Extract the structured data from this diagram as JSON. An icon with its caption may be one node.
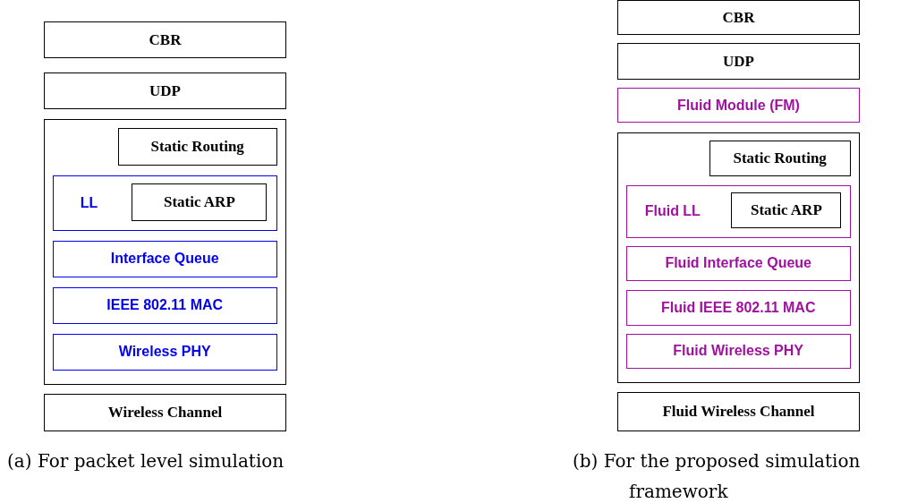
{
  "diagram": {
    "nodes": [
      {
        "text": [
          "CBR"
        ]
      },
      {
        "text": [
          "UDP"
        ]
      },
      {
        "text": [],
        "shape": "box"
      },
      {
        "text": [
          "Static Routing"
        ],
        "in": 2
      },
      {
        "text": [
          "LL"
        ],
        "in": 2
      },
      {
        "text": [
          "Static ARP"
        ],
        "in": 4
      },
      {
        "text": [
          "Interface Queue"
        ],
        "in": 2
      },
      {
        "text": [
          "IEEE 802.11 MAC"
        ],
        "in": 2
      },
      {
        "text": [
          "Wireless PHY"
        ],
        "in": 2
      },
      {
        "text": [
          "Wireless Channel"
        ]
      },
      {
        "text": [
          "CBR"
        ]
      },
      {
        "text": [
          "UDP"
        ]
      },
      {
        "text": [
          "Fluid Module (FM)"
        ]
      },
      {
        "text": [],
        "shape": "box"
      },
      {
        "text": [
          "Static Routing"
        ],
        "in": 13
      },
      {
        "text": [
          "Fluid LL"
        ],
        "in": 13
      },
      {
        "text": [
          "Static ARP"
        ],
        "in": 15
      },
      {
        "text": [
          "Fluid Interface Queue"
        ],
        "in": 13
      },
      {
        "text": [
          "Fluid IEEE 802.11 MAC"
        ],
        "in": 13
      },
      {
        "text": [
          "Fluid Wireless PHY"
        ],
        "in": 13
      },
      {
        "text": [
          "Fluid Wireless Channel"
        ]
      }
    ],
    "labels": [
      "(a) For packet level simulation",
      "(b) For the proposed simulation framework"
    ]
  }
}
